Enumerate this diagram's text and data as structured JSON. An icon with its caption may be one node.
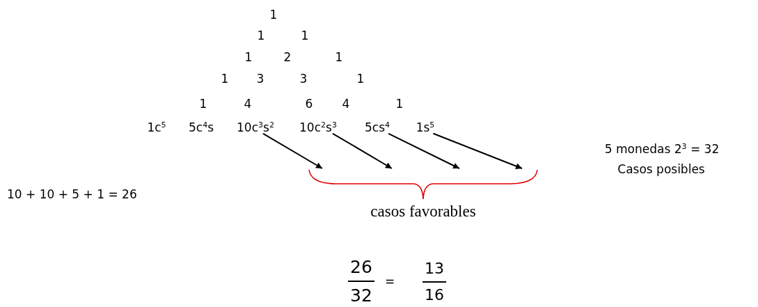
{
  "diagram": {
    "nodes": [
      {
        "text": [
          "1c$^{5}$"
        ]
      },
      {
        "text": [
          "5c$^{4}$s"
        ]
      },
      {
        "text": [
          "10c$^{3}$s$^{2}$"
        ]
      },
      {
        "text": [
          "10c$^{2}$s$^{3}$"
        ]
      },
      {
        "text": [
          "5cs$^{4}$"
        ]
      },
      {
        "text": [
          "1s$^{5}$"
        ]
      },
      {
        "text": [
          "casos favorables"
        ]
      }
    ],
    "edges": [
      {
        "from": 2,
        "to": 6,
        "arrow": "to"
      },
      {
        "from": 3,
        "to": 6,
        "arrow": "to"
      },
      {
        "from": 4,
        "to": 6,
        "arrow": "to"
      },
      {
        "from": 5,
        "to": 6,
        "arrow": "to"
      }
    ],
    "labels": [
      "1",
      "1",
      "1",
      "1",
      "2",
      "1",
      "1",
      "3",
      "3",
      "1",
      "1",
      "4",
      "6",
      "4",
      "1",
      "5 monedas 2$^{3}$ = 32",
      "Casos posibles",
      "10 + 10 + 5 + 1 = 26",
      "26",
      "32",
      "=",
      "13",
      "16"
    ]
  }
}
